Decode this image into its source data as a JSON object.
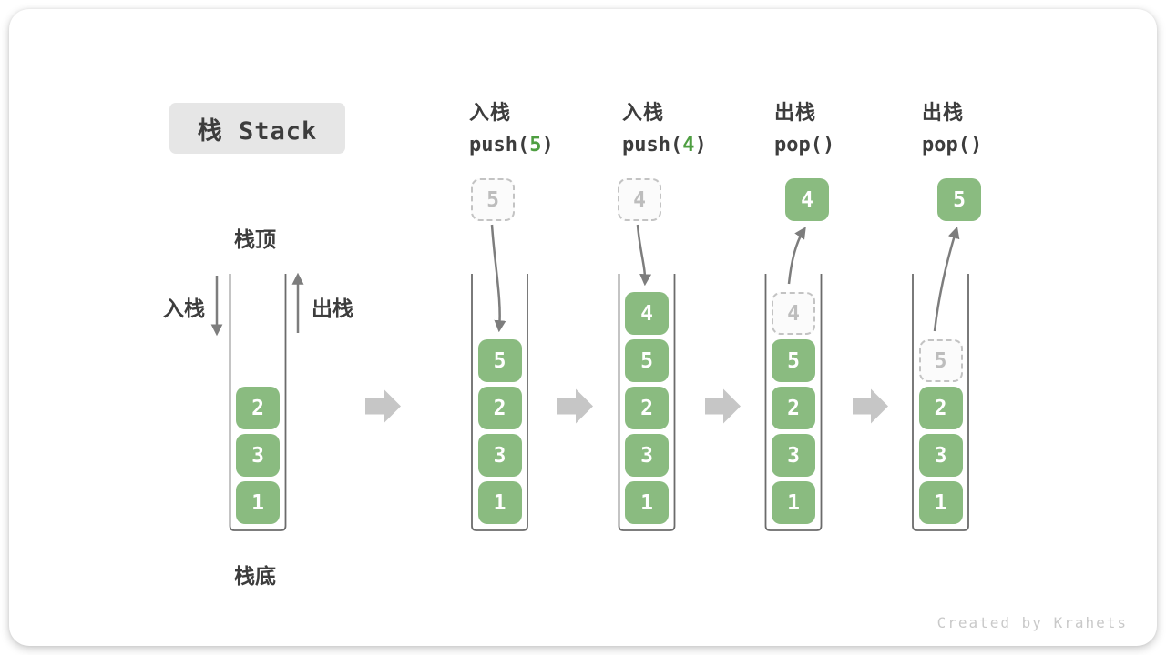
{
  "page": {
    "title_badge": "栈 Stack",
    "watermark": "Created by Krahets"
  },
  "labels": {
    "stack_top": "栈顶",
    "stack_bottom": "栈底",
    "push_side": "入栈",
    "pop_side": "出栈"
  },
  "colors": {
    "element_green": "#8abb80",
    "accent_green": "#4e9e41",
    "text_dark": "#3d3d3d",
    "thin_arrow_gray": "#7d7d7d",
    "block_arrow_gray": "#c6c6c6",
    "container_line": "#6b6b6b",
    "ghost_border": "#c3c3c3",
    "ghost_text": "#bdbdbd",
    "badge_bg": "#e6e6e6",
    "watermark_gray": "#c9c9c9"
  },
  "operations": [
    {
      "label": "入栈",
      "code_prefix": "push(",
      "code_arg": "5",
      "code_suffix": ")"
    },
    {
      "label": "入栈",
      "code_prefix": "push(",
      "code_arg": "4",
      "code_suffix": ")"
    },
    {
      "label": "出栈",
      "code_prefix": "pop(",
      "code_arg": "",
      "code_suffix": ")"
    },
    {
      "label": "出栈",
      "code_prefix": "pop(",
      "code_arg": "",
      "code_suffix": ")"
    }
  ],
  "stacks": [
    {
      "name": "initial-stack",
      "elements": [
        {
          "v": "2"
        },
        {
          "v": "3"
        },
        {
          "v": "1"
        }
      ]
    },
    {
      "name": "after-push-5",
      "operation": 0,
      "arrow": "push",
      "floating": {
        "v": "5",
        "style": "ghost"
      },
      "elements": [
        {
          "v": "5"
        },
        {
          "v": "2"
        },
        {
          "v": "3"
        },
        {
          "v": "1"
        }
      ]
    },
    {
      "name": "after-push-4",
      "operation": 1,
      "arrow": "push",
      "floating": {
        "v": "4",
        "style": "ghost"
      },
      "elements": [
        {
          "v": "4"
        },
        {
          "v": "5"
        },
        {
          "v": "2"
        },
        {
          "v": "3"
        },
        {
          "v": "1"
        }
      ]
    },
    {
      "name": "after-pop-4",
      "operation": 2,
      "arrow": "pop",
      "floating": {
        "v": "4",
        "style": "solid"
      },
      "elements": [
        {
          "v": "4",
          "ghost": true
        },
        {
          "v": "5"
        },
        {
          "v": "2"
        },
        {
          "v": "3"
        },
        {
          "v": "1"
        }
      ]
    },
    {
      "name": "after-pop-5",
      "operation": 3,
      "arrow": "pop",
      "floating": {
        "v": "5",
        "style": "solid"
      },
      "elements": [
        {
          "v": "5",
          "ghost": true
        },
        {
          "v": "2"
        },
        {
          "v": "3"
        },
        {
          "v": "1"
        }
      ]
    }
  ]
}
